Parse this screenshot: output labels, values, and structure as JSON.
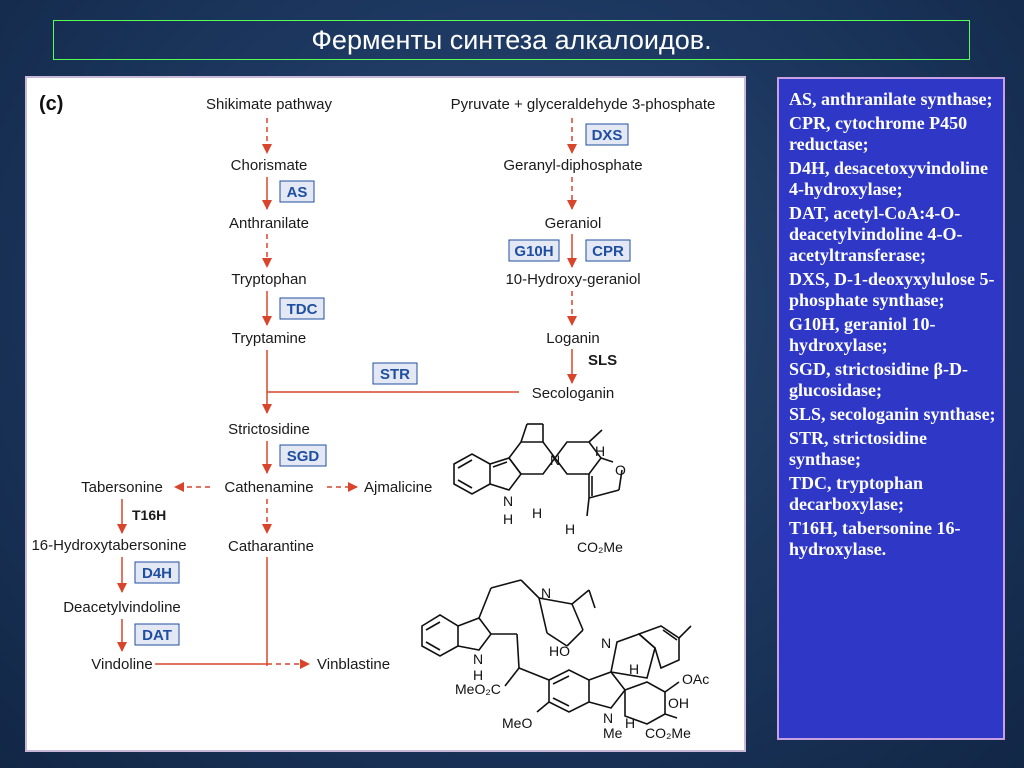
{
  "title": "Ферменты синтеза алкалоидов.",
  "diagram": {
    "panel_label": "(c)",
    "nodes": {
      "shikimate": "Shikimate pathway",
      "chorismate": "Chorismate",
      "anthranilate": "Anthranilate",
      "tryptophan": "Tryptophan",
      "tryptamine": "Tryptamine",
      "pyruvate": "Pyruvate + glyceraldehyde 3-phosphate",
      "geranyl_diphosphate": "Geranyl-diphosphate",
      "geraniol": "Geraniol",
      "hydroxy_geraniol": "10-Hydroxy-geraniol",
      "loganin": "Loganin",
      "secologanin": "Secologanin",
      "strictosidine": "Strictosidine",
      "cathenamine": "Cathenamine",
      "ajmalicine": "Ajmalicine",
      "tabersonine": "Tabersonine",
      "hydroxytabersonine": "16-Hydroxytabersonine",
      "deacetylvindoline": "Deacetylvindoline",
      "vindoline": "Vindoline",
      "catharantine": "Catharantine",
      "vinblastine": "Vinblastine"
    },
    "enzymes": {
      "as": "AS",
      "tdc": "TDC",
      "dxs": "DXS",
      "g10h": "G10H",
      "cpr": "CPR",
      "sls": "SLS",
      "str": "STR",
      "sgd": "SGD",
      "t16h": "T16H",
      "d4h": "D4H",
      "dat": "DAT"
    },
    "structure_labels": {
      "ajm_h1": "H",
      "ajm_h2": "H",
      "ajm_h3": "H",
      "ajm_nh": "N",
      "ajm_nh_h": "H",
      "ajm_n": "N",
      "ajm_o": "O",
      "ajm_co2me": "CO₂Me",
      "vb_n1": "N",
      "vb_nh": "N",
      "vb_nh_h": "H",
      "vb_ho": "HO",
      "vb_meo2c": "MeO₂C",
      "vb_n2": "N",
      "vb_h1": "H",
      "vb_oac": "OAc",
      "vb_oh": "OH",
      "vb_meo": "MeO",
      "vb_n3": "N",
      "vb_me": "Me",
      "vb_h2": "H",
      "vb_co2me": "CO₂Me"
    }
  },
  "legend": [
    {
      "abbr": "AS",
      "desc": ", anthranilate synthase;"
    },
    {
      "abbr": "CPR",
      "desc": ", cytochrome P450 reductase;"
    },
    {
      "abbr": "D4H",
      "desc": ", desacetoxyvindoline 4-hydroxylase;"
    },
    {
      "abbr": "DAT",
      "desc": ", acetyl-CoA:4-O-deacetylvindoline 4-O-acetyltransferase;"
    },
    {
      "abbr": "DXS",
      "desc": ", D-1-deoxyxylulose 5-phosphate synthase;"
    },
    {
      "abbr": "G10H",
      "desc": ", geraniol 10-hydroxylase;"
    },
    {
      "abbr": "SGD",
      "desc": ", strictosidine β-D-glucosidase;"
    },
    {
      "abbr": "SLS",
      "desc": ", secologanin synthase;"
    },
    {
      "abbr": "STR",
      "desc": ", strictosidine synthase;"
    },
    {
      "abbr": "TDC",
      "desc": ", tryptophan decarboxylase;"
    },
    {
      "abbr": "T16H",
      "desc": ", tabersonine 16-hydroxylase."
    }
  ],
  "colors": {
    "arrow": "#d9452b",
    "enzyme_text": "#1f4fa0",
    "legend_bg": "#2e37c6",
    "title_border": "#55ff55"
  }
}
